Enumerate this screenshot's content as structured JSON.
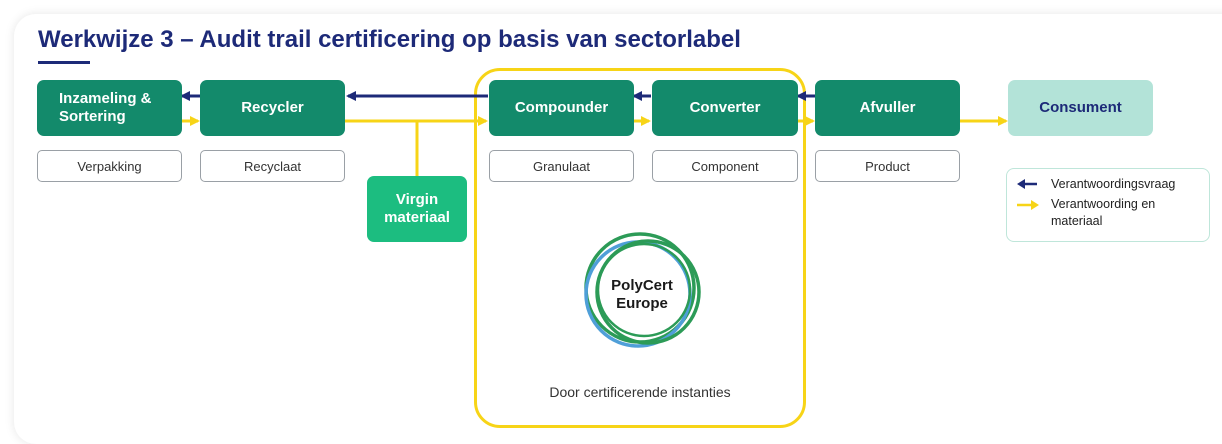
{
  "title": "Werkwijze 3 – Audit trail certificering op basis van sectorlabel",
  "chain": {
    "inzameling": "Inzameling & Sortering",
    "recycler": "Recycler",
    "compounder": "Compounder",
    "converter": "Converter",
    "afvuller": "Afvuller",
    "consument": "Consument"
  },
  "virgin": "Virgin materiaal",
  "outputs": {
    "verpakking": "Verpakking",
    "recyclaat": "Recyclaat",
    "granulaat": "Granulaat",
    "component": "Component",
    "product": "Product"
  },
  "scope_caption": "Door certificerende instanties",
  "logo": {
    "line1": "PolyCert",
    "line2": "Europe"
  },
  "legend": {
    "question": "Verantwoordingsvraag",
    "answer": "Verantwoording en materiaal"
  },
  "colors": {
    "title": "#1d2a78",
    "box": "#138a6b",
    "consumer_box": "#b3e3d8",
    "virgin_box": "#1cbd80",
    "question_arrow": "#1d2a78",
    "answer_arrow": "#f7d417",
    "scope_border": "#f7d417",
    "logo_green": "#2c9b57",
    "logo_blue": "#4f9fd8"
  },
  "icons": [
    "arrow-left-icon",
    "arrow-right-icon",
    "polycert-logo"
  ]
}
